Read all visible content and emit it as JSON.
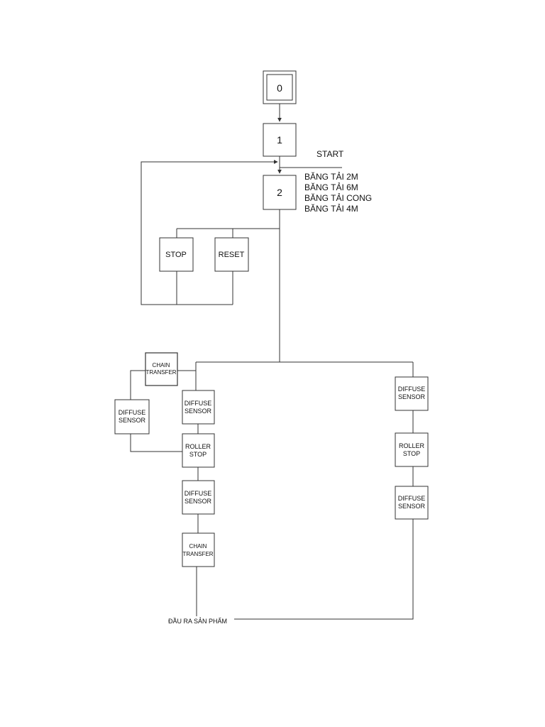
{
  "steps": {
    "step0": "0",
    "step1": "1",
    "step2": "2"
  },
  "transition_start": "START",
  "step2_actions": [
    "BĂNG TẢI 2M",
    "BĂNG TẢI 6M",
    "BĂNG TẢI CONG",
    "BĂNG TẢI 4M"
  ],
  "branch_buttons": {
    "stop": "STOP",
    "reset": "RESET"
  },
  "left_branch": {
    "chain_transfer_top": [
      "CHAIN",
      "TRANSFER"
    ],
    "diffuse_sensor_side": [
      "DIFFUSE",
      "SENSOR"
    ],
    "diffuse_sensor_1": [
      "DIFFUSE",
      "SENSOR"
    ],
    "roller_stop": [
      "ROLLER",
      "STOP"
    ],
    "diffuse_sensor_2": [
      "DIFFUSE",
      "SENSOR"
    ],
    "chain_transfer_bottom": [
      "CHAIN",
      "TRANSFER"
    ]
  },
  "right_branch": {
    "diffuse_sensor_1": [
      "DIFFUSE",
      "SENSOR"
    ],
    "roller_stop": [
      "ROLLER",
      "STOP"
    ],
    "diffuse_sensor_2": [
      "DIFFUSE",
      "SENSOR"
    ]
  },
  "output_label": "ĐẦU RA SẢN PHẨM"
}
